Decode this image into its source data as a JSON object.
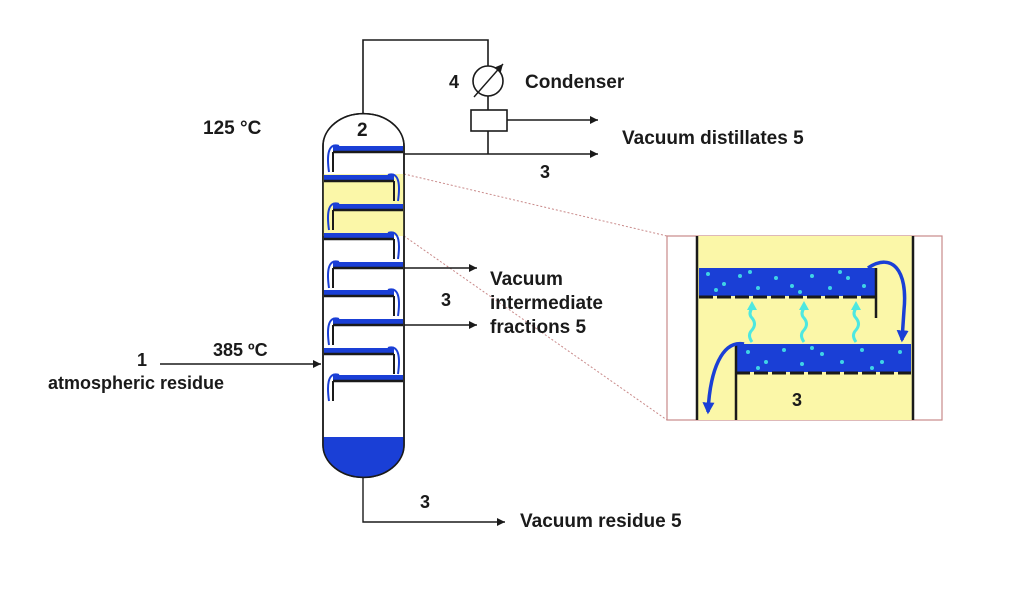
{
  "colors": {
    "column_fill": "#ffffff",
    "column_stroke": "#000000",
    "tray": "#1a3fd6",
    "liquid": "#1a3fd6",
    "zoom_fill": "#fbf7a8",
    "zoom_border": "#c98a8a",
    "bubble": "#3fd4e6",
    "vapor": "#4ee8e0",
    "line": "#1a1a1a"
  },
  "labels": {
    "top_temp": "125 °C",
    "feed_temp": "385 ºC",
    "top_number": "2",
    "condenser_number": "4",
    "condenser": "Condenser",
    "vacuum_distillates": "Vacuum distillates 5",
    "distillate_line_number": "3",
    "intermediate_line_number": "3",
    "intermediate_line1": "Vacuum",
    "intermediate_line2": "intermediate",
    "intermediate_line3": "fractions 5",
    "feed_number": "1",
    "feed": "atmospheric residue",
    "residue_line_number": "3",
    "vacuum_residue": "Vacuum residue 5",
    "zoom_number": "3"
  }
}
